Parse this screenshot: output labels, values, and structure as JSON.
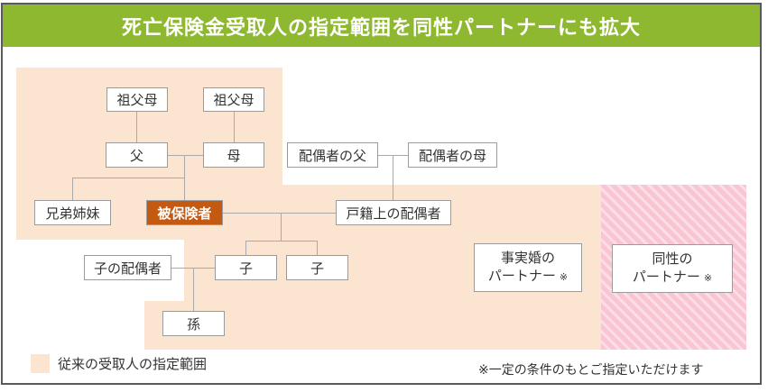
{
  "header": {
    "title": "死亡保険金受取人の指定範囲を同性パートナーにも拡大"
  },
  "nodes": {
    "grandparents_paternal": "祖父母",
    "grandparents_maternal": "祖父母",
    "father": "父",
    "mother": "母",
    "spouse_father": "配偶者の父",
    "spouse_mother": "配偶者の母",
    "siblings": "兄弟姉妹",
    "insured": "被保険者",
    "legal_spouse": "戸籍上の配偶者",
    "child_spouse": "子の配偶者",
    "child1": "子",
    "child2": "子",
    "grandchild": "孫",
    "defacto_partner": {
      "line1": "事実婚の",
      "line2": "パートナー",
      "marker": "※"
    },
    "samesex_partner": {
      "line1": "同性の",
      "line2": "パートナー",
      "marker": "※"
    }
  },
  "legend": {
    "label": "従来の受取人の指定範囲"
  },
  "footnote": "※一定の条件のもとご指定いただけます",
  "colors": {
    "header_bg": "#8eb830",
    "frame_border": "#595a5c",
    "legacy_region": "#fbe5d1",
    "expanded_region_base": "#f9c5d2",
    "expanded_region_stripe": "#fcdfe6",
    "insured_bg": "#c45a11",
    "box_border": "#9b9b9b",
    "connector": "#a9a9a9",
    "text": "#333333"
  }
}
